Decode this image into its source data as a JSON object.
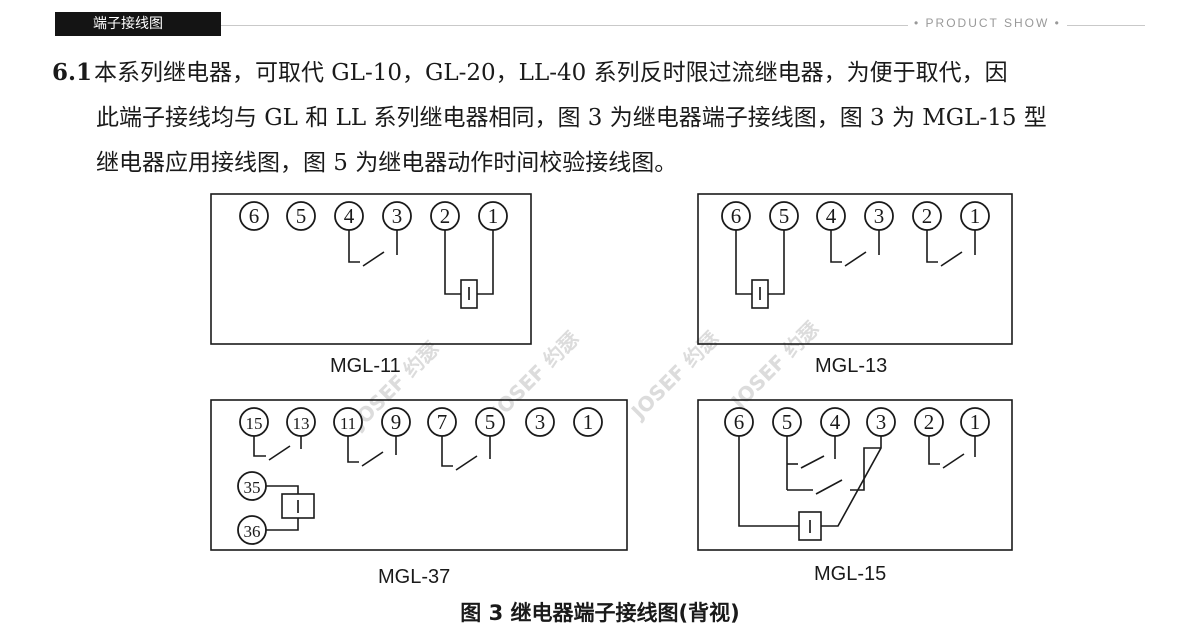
{
  "header": {
    "tag": "端子接线图",
    "product_show": "• PRODUCT SHOW •"
  },
  "paragraph": {
    "number": "6.1",
    "line1": "本系列继电器，可取代 GL-10，GL-20，LL-40 系列反时限过流继电器，为便于取代，因",
    "line2": "此端子接线均与 GL 和 LL 系列继电器相同，图 3 为继电器端子接线图，图 3 为 MGL-15 型",
    "line3": "继电器应用接线图，图 5 为继电器动作时间校验接线图。"
  },
  "diagrams": [
    {
      "model": "MGL-11",
      "terminals": [
        "6",
        "5",
        "4",
        "3",
        "2",
        "1"
      ],
      "coil": "I"
    },
    {
      "model": "MGL-13",
      "terminals": [
        "6",
        "5",
        "4",
        "3",
        "2",
        "1"
      ],
      "coil": "I"
    },
    {
      "model": "MGL-37",
      "terminals": [
        "15",
        "13",
        "11",
        "9",
        "7",
        "5",
        "3",
        "1"
      ],
      "side_terminals": [
        "35",
        "36"
      ],
      "coil": "I"
    },
    {
      "model": "MGL-15",
      "terminals": [
        "6",
        "5",
        "4",
        "3",
        "2",
        "1"
      ],
      "coil": "I"
    }
  ],
  "figure_caption": "图 3 继电器端子接线图(背视)",
  "colors": {
    "line": "#1a1a1a",
    "tag_bg": "#141414",
    "watermark": "#d8d8d8"
  }
}
